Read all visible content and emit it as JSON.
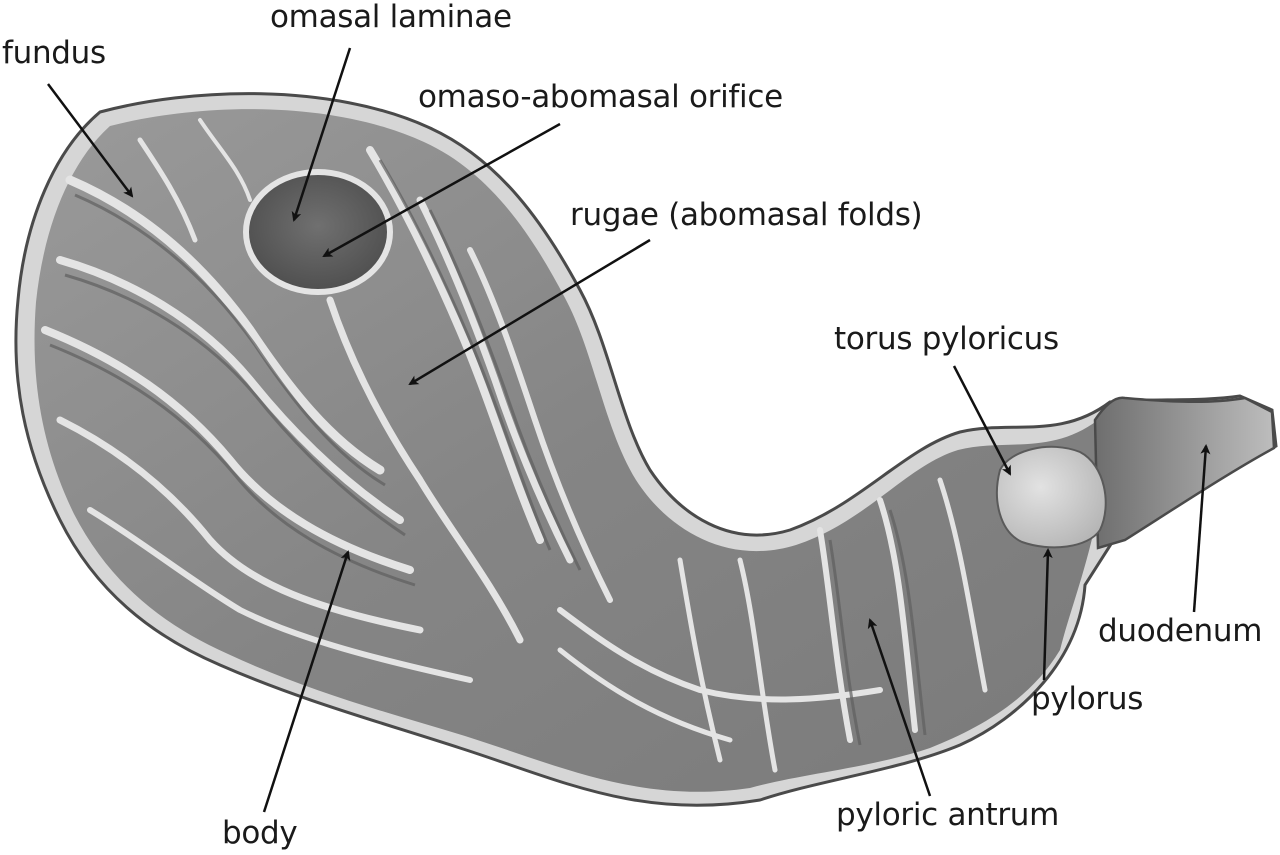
{
  "labels": {
    "fundus": "fundus",
    "omasal_laminae": "omasal laminae",
    "omaso_abomasal_orifice": "omaso-abomasal orifice",
    "rugae": "rugae (abomasal folds)",
    "torus_pyloricus": "torus pyloricus",
    "duodenum": "duodenum",
    "pylorus": "pylorus",
    "pyloric_antrum": "pyloric antrum",
    "body": "body"
  },
  "colors": {
    "tissue_fill": "#8f8f8f",
    "tissue_dark": "#5f5f5f",
    "fold_highlight": "#e4e4e4",
    "wall_rim": "#d8d8d8",
    "outline": "#4a4a4a",
    "arrow": "#111111",
    "text": "#1a1a1a"
  }
}
